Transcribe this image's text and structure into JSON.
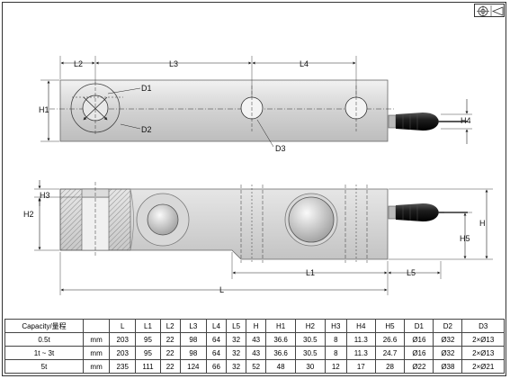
{
  "labels": {
    "L2": "L2",
    "L3": "L3",
    "L4": "L4",
    "H1": "H1",
    "D1": "D1",
    "D2": "D2",
    "D3": "D3",
    "H4": "H4",
    "H3": "H3",
    "H2": "H2",
    "H": "H",
    "H5": "H5",
    "L1": "L1",
    "L5": "L5",
    "L": "L"
  },
  "table": {
    "headers": [
      "Capacity/量程",
      "",
      "L",
      "L1",
      "L2",
      "L3",
      "L4",
      "L5",
      "H",
      "H1",
      "H2",
      "H3",
      "H4",
      "H5",
      "D1",
      "D2",
      "D3"
    ],
    "rows": [
      [
        "0.5t",
        "mm",
        "203",
        "95",
        "22",
        "98",
        "64",
        "32",
        "43",
        "36.6",
        "30.5",
        "8",
        "11.3",
        "26.6",
        "Ø16",
        "Ø32",
        "2×Ø13"
      ],
      [
        "1t ~ 3t",
        "mm",
        "203",
        "95",
        "22",
        "98",
        "64",
        "32",
        "43",
        "36.6",
        "30.5",
        "8",
        "11.3",
        "24.7",
        "Ø16",
        "Ø32",
        "2×Ø13"
      ],
      [
        "5t",
        "mm",
        "235",
        "111",
        "22",
        "124",
        "66",
        "32",
        "52",
        "48",
        "30",
        "12",
        "17",
        "28",
        "Ø22",
        "Ø38",
        "2×Ø21"
      ]
    ]
  }
}
